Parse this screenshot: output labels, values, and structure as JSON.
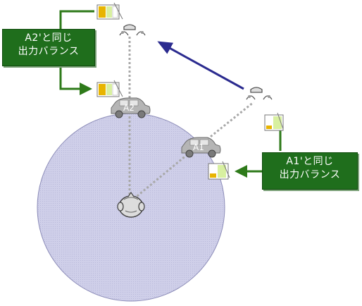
{
  "labels": {
    "a2_balance": {
      "line1": "A2'と同じ",
      "line2": "出力バランス"
    },
    "a1_balance": {
      "line1": "A1'と同じ",
      "line2": "出力バランス"
    }
  },
  "cars": {
    "a2": "A2",
    "a1": "A1"
  },
  "colors": {
    "circle_fill": "#cfcfe9",
    "circle_stroke": "#8c8cb8",
    "label_bg": "#1f6e1c",
    "connector": "#2e7a1a",
    "arrow": "#2b2b8f",
    "dotted": "#a8a8a8"
  },
  "icons": [
    "listener-head-icon",
    "car-icon",
    "speaker-pair-icon",
    "level-meter-icon"
  ]
}
